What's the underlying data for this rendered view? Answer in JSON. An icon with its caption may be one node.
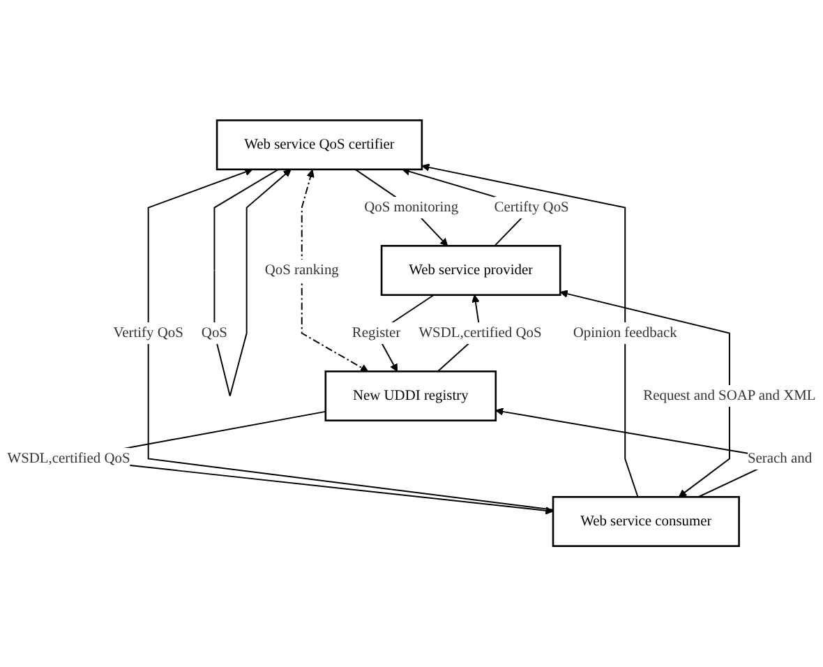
{
  "diagram": {
    "nodes": [
      {
        "text": [
          "Web service QoS certifier"
        ]
      },
      {
        "text": [
          "Web service consumer"
        ]
      },
      {
        "text": [
          "Web service provider"
        ]
      },
      {
        "text": [
          "New UDDI registry"
        ]
      }
    ],
    "edges": [
      {
        "from": 0,
        "to": 0,
        "arrow": "to",
        "label": "QoS"
      },
      {
        "from": 1,
        "to": 0,
        "arrow": "to",
        "label": "Vertify QoS"
      },
      {
        "from": 2,
        "to": 0,
        "arrow": "to",
        "label": "Certifty QoS"
      },
      {
        "from": 1,
        "to": 0,
        "arrow": "to",
        "label": "Opinion feedback"
      },
      {
        "from": 0,
        "to": 2,
        "arrow": "to",
        "label": "QoS monitoring"
      },
      {
        "from": 0,
        "to": 3,
        "arrow": "both",
        "label": "QoS ranking",
        "style": "dashed"
      },
      {
        "from": 1,
        "to": 2,
        "arrow": "both",
        "label": "Request and SOAP and XML"
      },
      {
        "from": 3,
        "to": 1,
        "arrow": "to",
        "label": "WSDL,certified QoS"
      },
      {
        "from": 3,
        "to": 2,
        "arrow": "to",
        "label": "WSDL,certified QoS"
      },
      {
        "from": 1,
        "to": 3,
        "arrow": "to",
        "label": "Serach and"
      },
      {
        "from": 2,
        "to": 3,
        "arrow": "to",
        "label": "Register"
      }
    ]
  }
}
